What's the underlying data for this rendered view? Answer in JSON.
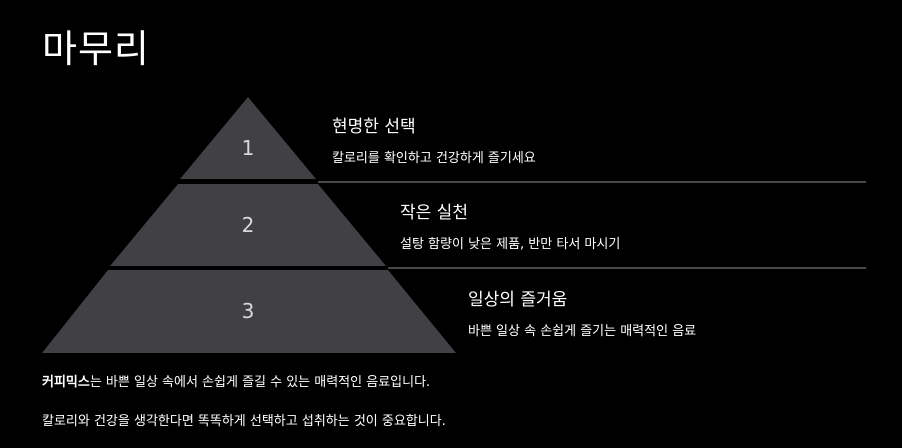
{
  "page": {
    "title": "마무리"
  },
  "pyramid": {
    "fill_color": "#414044",
    "divider_color": "#606066",
    "levels": [
      {
        "number": "1",
        "title": "현명한 선택",
        "description": "칼로리를 확인하고 건강하게 즐기세요"
      },
      {
        "number": "2",
        "title": "작은 실천",
        "description": "설탕 함량이 낮은 제품, 반만 타서 마시기"
      },
      {
        "number": "3",
        "title": "일상의 즐거움",
        "description": "바쁜 일상 속 손쉽게 즐기는 매력적인 음료"
      }
    ]
  },
  "footer": {
    "brand": "커피믹스",
    "line1_rest": "는 바쁜 일상 속에서 손쉽게 즐길 수 있는 매력적인 음료입니다.",
    "line2": "칼로리와 건강을 생각한다면 똑똑하게 선택하고 섭취하는 것이 중요합니다."
  }
}
